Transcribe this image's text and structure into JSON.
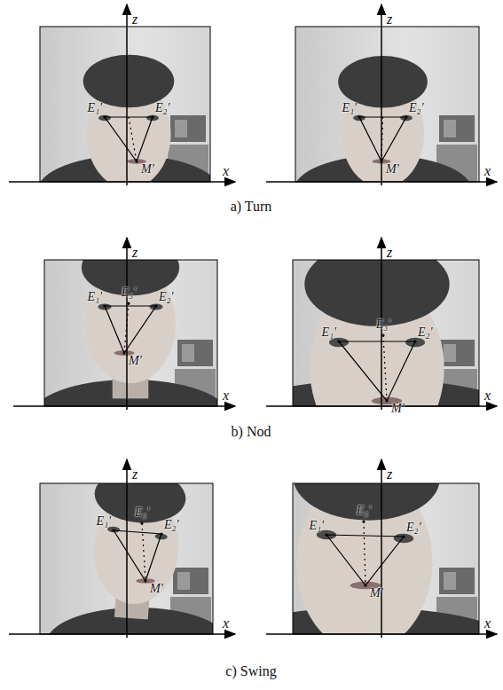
{
  "diagram": {
    "labels": [
      "z",
      "x",
      "E₁'",
      "E₂'",
      "M'",
      "z",
      "x",
      "E₁'",
      "E₂'",
      "M'",
      "a) Turn",
      "z",
      "x",
      "E₁'",
      "E₃'",
      "E₂'",
      "M'",
      "z",
      "x",
      "E₁'",
      "E₃'",
      "E₂'",
      "M'",
      "b) Nod",
      "z",
      "x",
      "E₁'",
      "E₃'",
      "E₂'",
      "M'",
      "z",
      "x",
      "E₁'",
      "E₃'",
      "E₂'",
      "M'",
      "c) Swing"
    ]
  }
}
